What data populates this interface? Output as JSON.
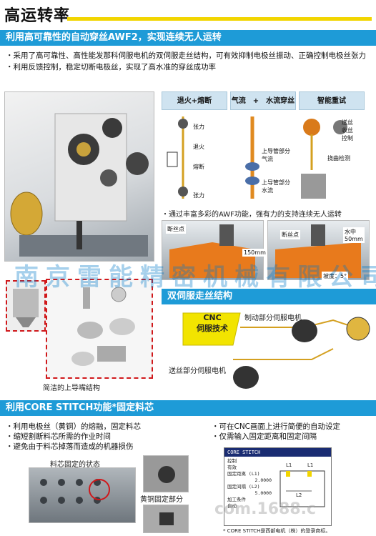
{
  "header": {
    "title": "高运转率"
  },
  "section1": {
    "banner": "利用高可靠性的自动穿丝AWF2，实现连续无人运转",
    "bullets": [
      "・采用了高可靠性、高性能发那科伺服电机的双伺服走丝结构，可有效抑制电极丝振动、正确控制电极丝张力",
      "・利用反馈控制，稳定切断电极丝，实现了高水准的穿丝成功率"
    ],
    "tabs": [
      "退火+熔断",
      "气流　+　水流穿丝",
      "智能重试"
    ],
    "diagram_labels": {
      "tension_top": "张力",
      "anneal": "退火",
      "fuse": "熔断",
      "tension_bottom": "张力",
      "upper_guide_air": "上导管部分\n气流",
      "upper_guide_water": "上导管部分\n水流",
      "take_up": "送丝\n收丝\n控制",
      "flex_detect": "挠曲检测"
    },
    "caption": "・通过丰富多彩的AWF功能，强有力的支持连续无人运转",
    "photo_labels": {
      "break_point_1": "断丝点",
      "dim_150": "150mm",
      "break_point_2": "断丝点",
      "underwater": "水中\n50mm",
      "slope": "坡度：5°"
    },
    "nozzle_caption": "简洁的上导嘴结构"
  },
  "section2": {
    "banner": "双伺服走丝结构",
    "cnc_label": "CNC\n伺服技术",
    "control_motor": "制动部分伺服电机",
    "feed_motor": "送丝部分伺服电机"
  },
  "section3": {
    "banner": "利用CORE STITCH功能*固定料芯",
    "bullets_left": [
      "・利用电极丝（黄铜）的熔融，固定料芯",
      "・缩短割断料芯所需的作业时间",
      "・避免由于料芯掉落而造成的机器损伤"
    ],
    "bullets_right": [
      "・可在CNC画面上进行简便的自动设定",
      "・仅需输入固定距离和固定间隔"
    ],
    "core_state": "料芯固定的状态",
    "brass_fix": "黄铜固定部分",
    "cs_panel": {
      "title": "CORE STITCH",
      "rows": [
        "控制",
        "有效",
        "固定距离 (L1)",
        "2.0000",
        "固定间隔 (L2)",
        "5.0000",
        "加工条件",
        "自动"
      ],
      "l1": "L1",
      "l2": "L2"
    },
    "footnote": "* CORE STITCH是西部电机（株）的登录商标。"
  },
  "watermark": "南京雷能精密机械有限公司",
  "watermark2": "com.1688.c"
}
